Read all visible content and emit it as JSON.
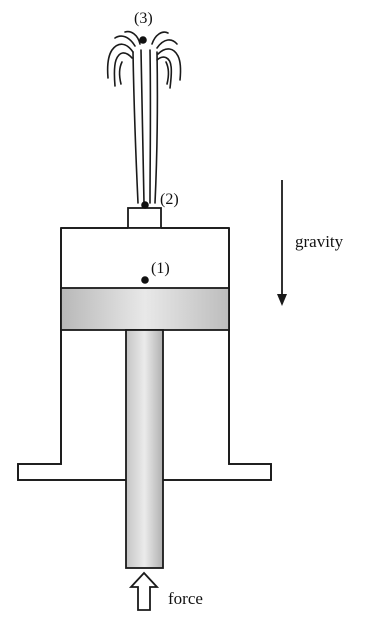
{
  "labels": {
    "point_3": "(3)",
    "point_2": "(2)",
    "point_1": "(1)",
    "gravity": "gravity",
    "force": "force"
  },
  "colors": {
    "stroke": "#1a1a1a",
    "piston_light": "#f0f0f0",
    "piston_dark": "#b5b5b5",
    "point": "#111111",
    "background": "#ffffff"
  }
}
